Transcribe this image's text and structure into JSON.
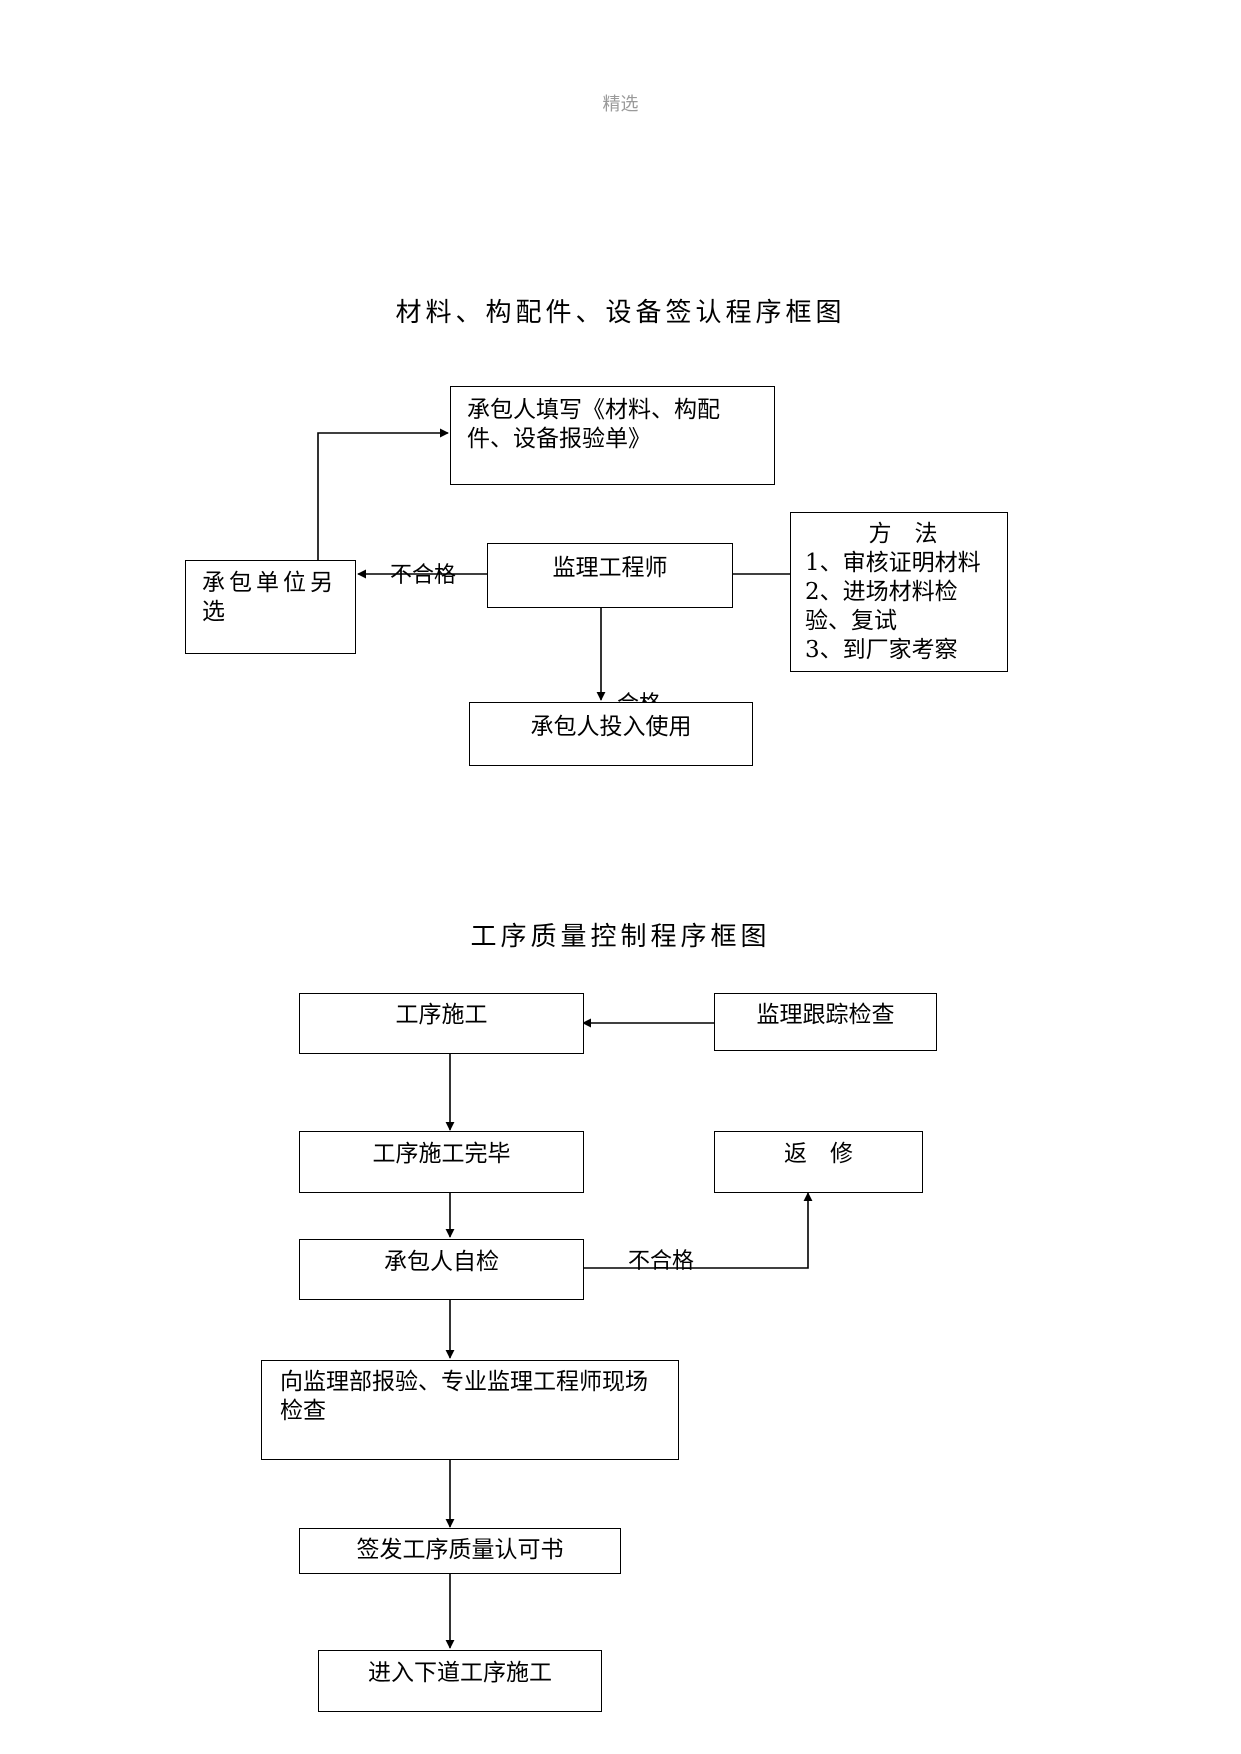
{
  "header": {
    "label": "精选"
  },
  "diagram1": {
    "title": "材料、构配件、设备签认程序框图",
    "box_fill_form": "承包人填写《材料、构配件、设备报验单》",
    "box_select_other": "承包单位另选",
    "box_engineer": "监理工程师",
    "box_method_title": "方　法",
    "box_method_items": [
      "1、审核证明材料",
      "2、进场材料检验、复试",
      "3、到厂家考察"
    ],
    "box_use": "承包人投入使用",
    "label_fail": "不合格",
    "label_pass": "合格"
  },
  "diagram2": {
    "title": "工序质量控制程序框图",
    "box_construction": "工序施工",
    "box_supervision_track": "监理跟踪检查",
    "box_construction_done": "工序施工完毕",
    "box_rework": "返　修",
    "box_self_check": "承包人自检",
    "label_fail": "不合格",
    "box_report": "向监理部报验、专业监理工程师现场检查",
    "box_certificate": "签发工序质量认可书",
    "box_next": "进入下道工序施工"
  }
}
